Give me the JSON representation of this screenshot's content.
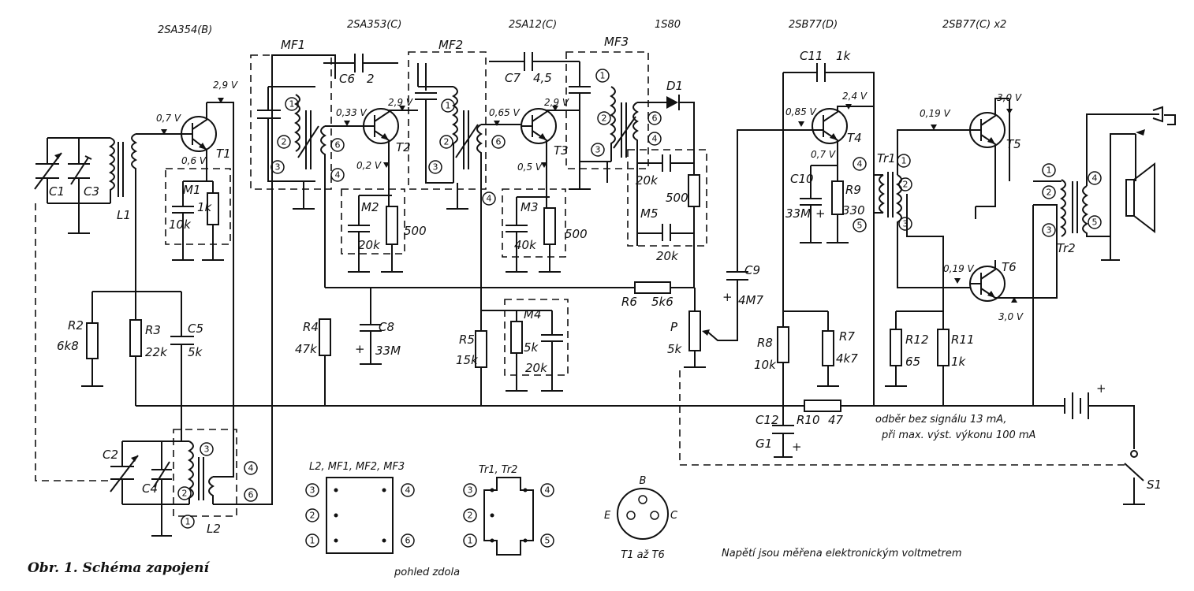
{
  "transistor_types": {
    "t1": "2SA354(B)",
    "t2": "2SA353(C)",
    "t3": "2SA12(C)",
    "d1": "1S80",
    "t4": "2SB77(D)",
    "t56": "2SB77(C) x2"
  },
  "ifs": {
    "mf1": "MF1",
    "mf2": "MF2",
    "mf3": "MF3"
  },
  "voltages": {
    "t1_c": "2,9 V",
    "t1_b": "0,7 V",
    "t1_e": "0,6 V",
    "t2_b": "0,33 V",
    "t2_c": "2,9 V",
    "t2_e": "0,2 V",
    "t3_b": "0,65 V",
    "t3_c": "2,9 V",
    "t3_e": "0,5 V",
    "t4_b": "0,85 V",
    "t4_c": "2,4 V",
    "t4_e": "0,7 V",
    "t5_b": "0,19 V",
    "t5_c": "3,0 V",
    "t6_b": "0,19 V",
    "t6_c": "3,0 V"
  },
  "components": {
    "c1": "C1",
    "c2": "C2",
    "c3": "C3",
    "c4": "C4",
    "l1": "L1",
    "l2": "L2",
    "m1": "M1",
    "m1_r": "1k",
    "m1_c": "10k",
    "m2": "M2",
    "m2_c": "20k",
    "m2_r": "500",
    "m3": "M3",
    "m3_c": "40k",
    "m3_r": "500",
    "m4": "M4",
    "m4_r": "5k",
    "m4_c": "20k",
    "m5": "M5",
    "m5_c1": "20k",
    "m5_r": "500",
    "m5_c2": "20k",
    "c6": "C6",
    "c6_v": "2",
    "c7": "C7",
    "c7_v": "4,5",
    "c11": "C11",
    "c11_v": "1k",
    "d1": "D1",
    "r2": "R2",
    "r2_v": "6k8",
    "r3": "R3",
    "r3_v": "22k",
    "c5": "C5",
    "c5_v": "5k",
    "r4": "R4",
    "r4_v": "47k",
    "c8": "C8",
    "c8_v": "33M",
    "r5": "R5",
    "r5_v": "15k",
    "r6": "R6",
    "r6_v": "5k6",
    "p": "P",
    "p_v": "5k",
    "c9": "C9",
    "c9_v": "4M7",
    "c10": "C10",
    "c10_v": "33M",
    "r9": "R9",
    "r9_v": "330",
    "r8": "R8",
    "r8_v": "10k",
    "r7": "R7",
    "r7_v": "4k7",
    "r12": "R12",
    "r12_v": "65",
    "r11": "R11",
    "r11_v": "1k",
    "r10": "R10",
    "r10_v": "47",
    "c12": "C12",
    "g1": "G1",
    "tr1": "Tr1",
    "tr2": "Tr2",
    "s1": "S1",
    "t1": "T1",
    "t2": "T2",
    "t3": "T3",
    "t4": "T4",
    "t5": "T5",
    "t6": "T6",
    "plus": "+"
  },
  "notes": {
    "current_idle": "odběr bez signálu 13 mA,",
    "current_max": "při max. výst. výkonu 100 mA",
    "meter_note": "Napětí jsou měřena elektronickým voltmetrem",
    "bottom_view": "pohled zdola",
    "coil_header": "L2, MF1, MF2, MF3",
    "tr_header": "Tr1, Tr2",
    "pinout_b": "B",
    "pinout_e": "E",
    "pinout_c": "C",
    "pinout_caption": "T1 až T6"
  },
  "caption": "Obr. 1. Schéma zapojení"
}
